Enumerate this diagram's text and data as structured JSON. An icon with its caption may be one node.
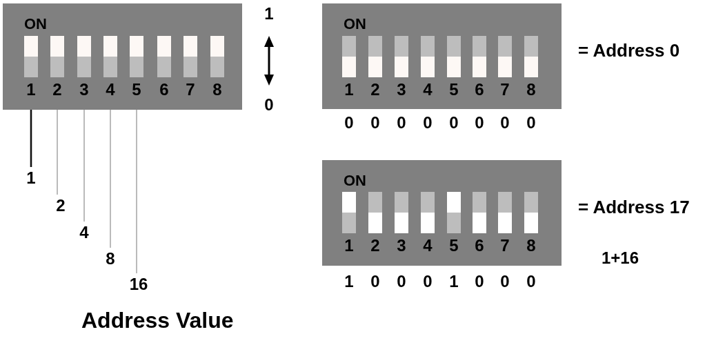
{
  "diagram": {
    "nodes": [
      {
        "text": [
          "ON"
        ]
      },
      {
        "text": [
          "1"
        ],
        "in": 0
      },
      {
        "text": [
          "2"
        ],
        "in": 0
      },
      {
        "text": [
          "3"
        ],
        "in": 0
      },
      {
        "text": [
          "4"
        ],
        "in": 0
      },
      {
        "text": [
          "5"
        ],
        "in": 0
      },
      {
        "text": [
          "6"
        ],
        "in": 0
      },
      {
        "text": [
          "7"
        ],
        "in": 0
      },
      {
        "text": [
          "8"
        ],
        "in": 0
      },
      {
        "text": [
          "1"
        ]
      },
      {
        "text": [
          "2"
        ]
      },
      {
        "text": [
          "4"
        ]
      },
      {
        "text": [
          "8"
        ]
      },
      {
        "text": [
          "16"
        ]
      },
      {
        "text": [
          "ON"
        ]
      },
      {
        "text": [
          "1"
        ],
        "in": 14
      },
      {
        "text": [
          "2"
        ],
        "in": 14
      },
      {
        "text": [
          "3"
        ],
        "in": 14
      },
      {
        "text": [
          "4"
        ],
        "in": 14
      },
      {
        "text": [
          "5"
        ],
        "in": 14
      },
      {
        "text": [
          "6"
        ],
        "in": 14
      },
      {
        "text": [
          "7"
        ],
        "in": 14
      },
      {
        "text": [
          "8"
        ],
        "in": 14
      },
      {
        "text": [
          "ON"
        ]
      },
      {
        "text": [
          "1"
        ],
        "in": 23
      },
      {
        "text": [
          "2"
        ],
        "in": 23
      },
      {
        "text": [
          "3"
        ],
        "in": 23
      },
      {
        "text": [
          "4"
        ],
        "in": 23
      },
      {
        "text": [
          "5"
        ],
        "in": 23
      },
      {
        "text": [
          "6"
        ],
        "in": 23
      },
      {
        "text": [
          "7"
        ],
        "in": 23
      },
      {
        "text": [
          "8"
        ],
        "in": 23
      }
    ],
    "edges": [
      {
        "from": 9,
        "to": 1,
        "arrow": "none",
        "style": "thick",
        "color": "#111111"
      },
      {
        "from": 10,
        "to": 2,
        "arrow": "none"
      },
      {
        "from": 11,
        "to": 3,
        "arrow": "none"
      },
      {
        "from": 12,
        "to": 4,
        "arrow": "none"
      },
      {
        "from": 13,
        "to": 5,
        "arrow": "none"
      }
    ],
    "labels": [
      "1",
      "0",
      "= Address 0",
      "0",
      "0",
      "0",
      "0",
      "0",
      "0",
      "0",
      "0",
      "= Address 17",
      "1+16",
      "1",
      "0",
      "0",
      "0",
      "1",
      "0",
      "0",
      "0",
      "Address Value"
    ]
  }
}
